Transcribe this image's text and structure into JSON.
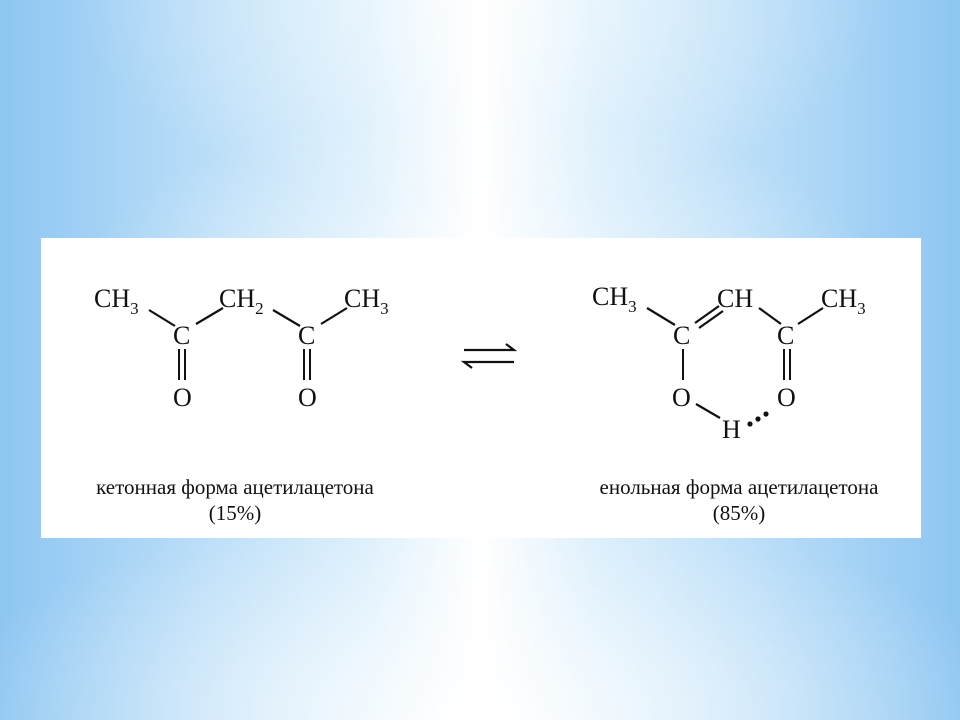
{
  "colors": {
    "background": "#a9d3f5",
    "panel": "#ffffff",
    "ink": "#111111"
  },
  "keto": {
    "ch3_left": "CH",
    "ch3_left_sub": "3",
    "ch2": "CH",
    "ch2_sub": "2",
    "ch3_right": "CH",
    "ch3_right_sub": "3",
    "c_left": "C",
    "c_right": "C",
    "o_left": "O",
    "o_right": "O",
    "caption": "кетонная форма ацетилацетона",
    "percent": "(15%)"
  },
  "equilibrium_icon": "equilibrium-arrows-icon",
  "enol": {
    "ch3_left": "CH",
    "ch3_left_sub": "3",
    "ch": "CH",
    "ch3_right": "CH",
    "ch3_right_sub": "3",
    "c_left": "C",
    "c_right": "C",
    "o_left": "O",
    "o_right": "O",
    "h": "H",
    "caption": "енольная форма ацетилацетона",
    "percent": "(85%)"
  }
}
